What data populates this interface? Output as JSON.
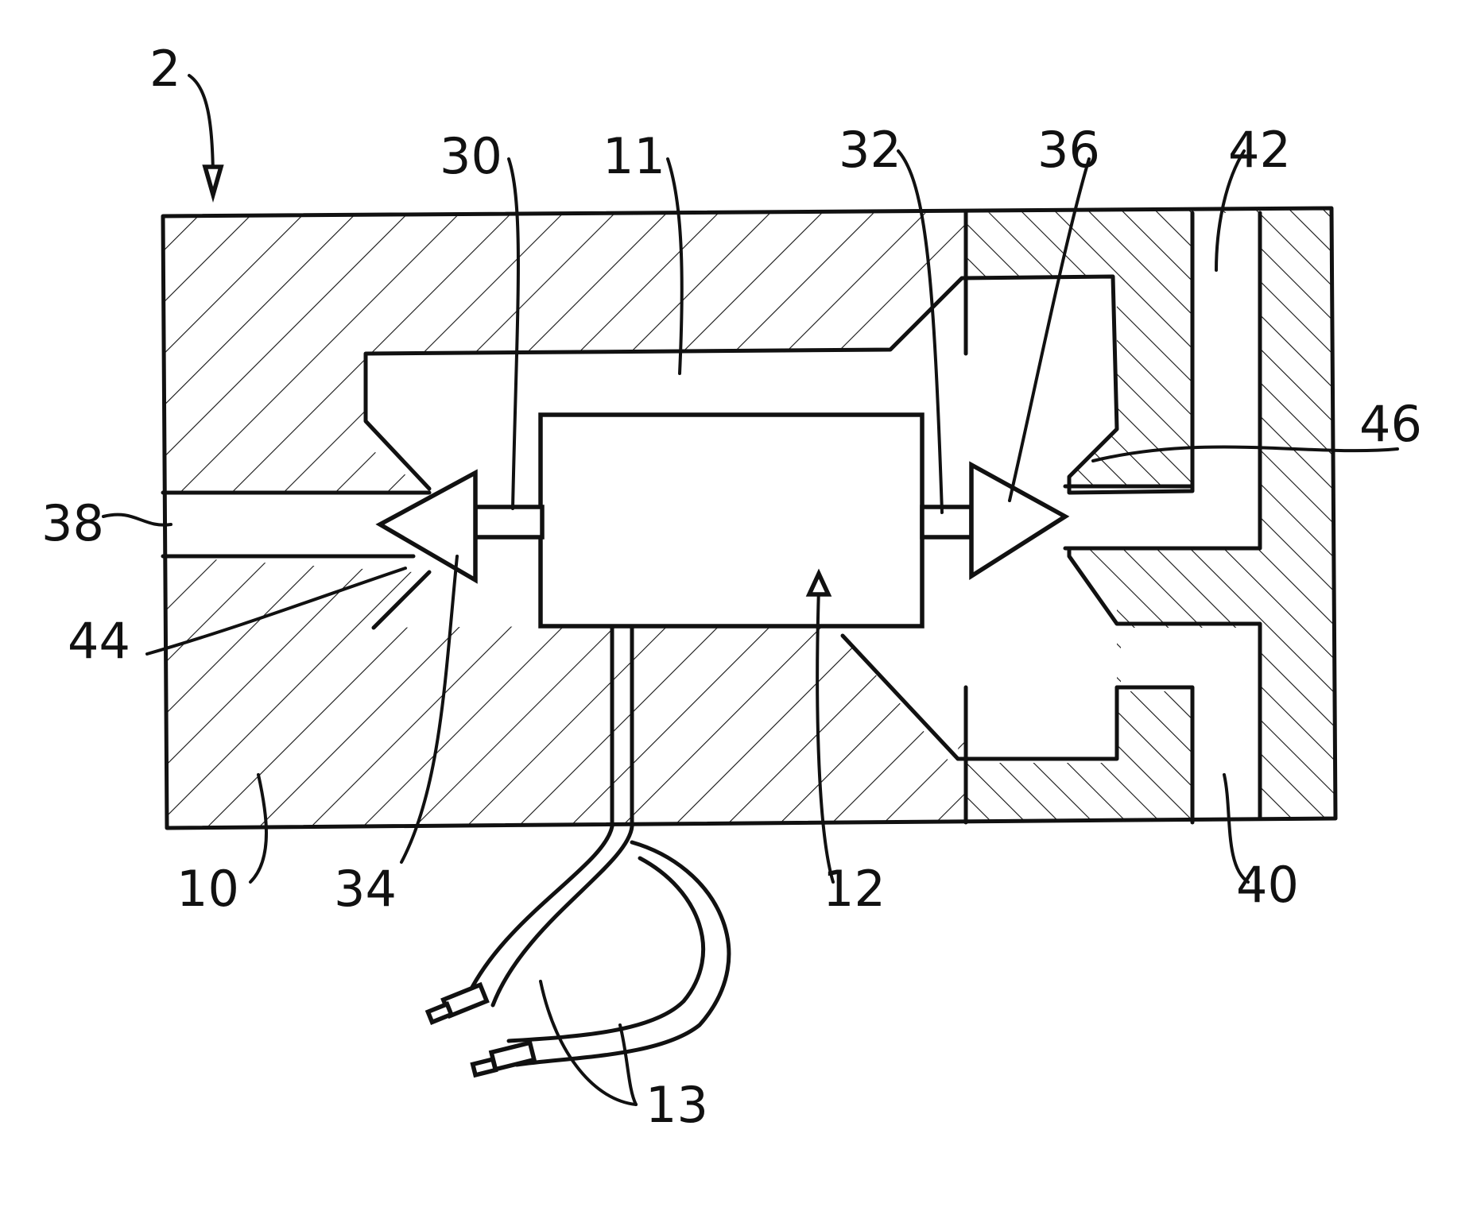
{
  "figure": {
    "reference_labels": {
      "device": "2",
      "body": "10",
      "chamber": "11",
      "actuator": "12",
      "wires": "13",
      "rod_left": "30",
      "rod_right": "32",
      "cone_left": "34",
      "cone_right": "36",
      "port_left": "38",
      "port_bottom": "40",
      "port_top": "42",
      "seat_left": "44",
      "seat_right": "46"
    },
    "colors": {
      "ink": "#111111",
      "background": "#ffffff"
    }
  }
}
